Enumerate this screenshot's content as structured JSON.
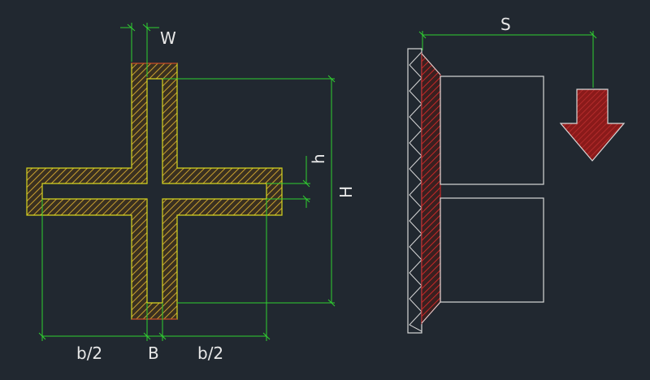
{
  "labels": {
    "w": "W",
    "h": "h",
    "H": "H",
    "b_half_left": "b/2",
    "B": "B",
    "b_half_right": "b/2",
    "S": "S"
  },
  "colors": {
    "background": "#212830",
    "outline": "#d5d520",
    "hatch": "#c8a030",
    "hatch_red": "#c02828",
    "dimension": "#30d030",
    "text": "#e8e8e8",
    "arrow_fill": "#9a1e1e",
    "edge": "#d8d8d8"
  }
}
